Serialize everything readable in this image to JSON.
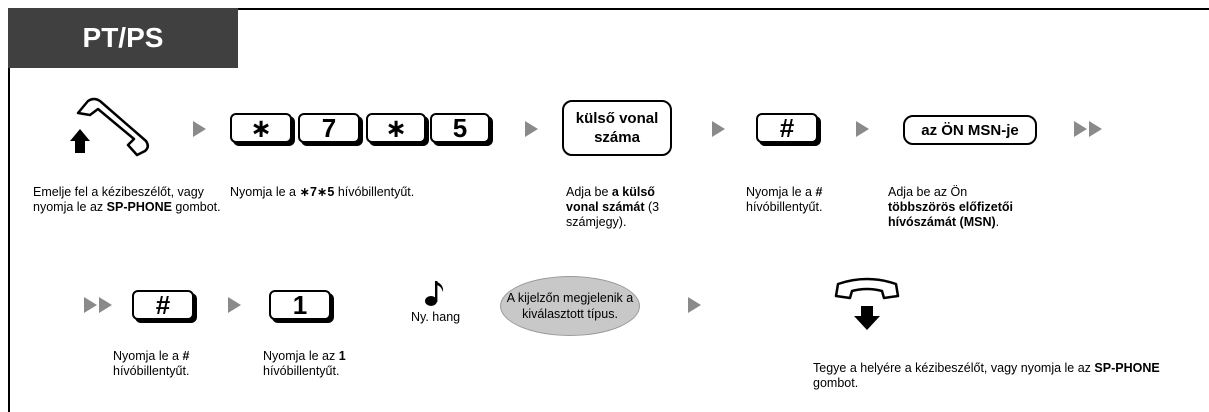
{
  "header": {
    "title": "PT/PS"
  },
  "keys": {
    "star": "∗",
    "seven": "7",
    "five": "5",
    "hash": "#",
    "one": "1"
  },
  "entries": {
    "outside_line": "külső vonal száma",
    "msn": "az ÖN MSN-je"
  },
  "tone": {
    "label": "Ny. hang"
  },
  "display_bubble": {
    "text": "A kijelzőn megjelenik a kiválasztott típus."
  },
  "steps": {
    "lift": {
      "p1": "Emelje fel a kézibeszélőt, vagy nyomja le az ",
      "bold": "SP-PHONE",
      "p2": " gombot."
    },
    "dial_feature": {
      "p1": "Nyomja le a ",
      "bold": "∗7∗5",
      "p2": " hívóbillentyűt."
    },
    "enter_line": {
      "p1": "Adja be ",
      "bold": "a külső vonal számát",
      "p2": " (3 számjegy)."
    },
    "press_hash_1": {
      "p1": "Nyomja le a ",
      "bold": "#",
      "p2": " hívóbillentyűt."
    },
    "enter_msn": {
      "p1": "Adja be az Ön ",
      "bold": "többszörös előfizetői hívószámát (MSN)",
      "p2": "."
    },
    "press_hash_2": {
      "p1": "Nyomja le a ",
      "bold": "#",
      "p2": " hívóbillentyűt."
    },
    "press_one": {
      "p1": "Nyomja le az ",
      "bold": "1",
      "p2": " hívóbillentyűt."
    },
    "hang_up": {
      "p1": "Tegye a helyére a kézibeszélőt, vagy nyomja le az ",
      "bold": "SP-PHONE",
      "p2": " gombot."
    }
  },
  "colors": {
    "header_bg": "#404040",
    "arrow": "#8a8a8a",
    "bubble": "#c8c8c8"
  },
  "icons": [
    "handset-lift-icon",
    "handset-hangup-icon",
    "music-note-icon",
    "next-arrow-icon",
    "continue-double-arrow-icon"
  ]
}
